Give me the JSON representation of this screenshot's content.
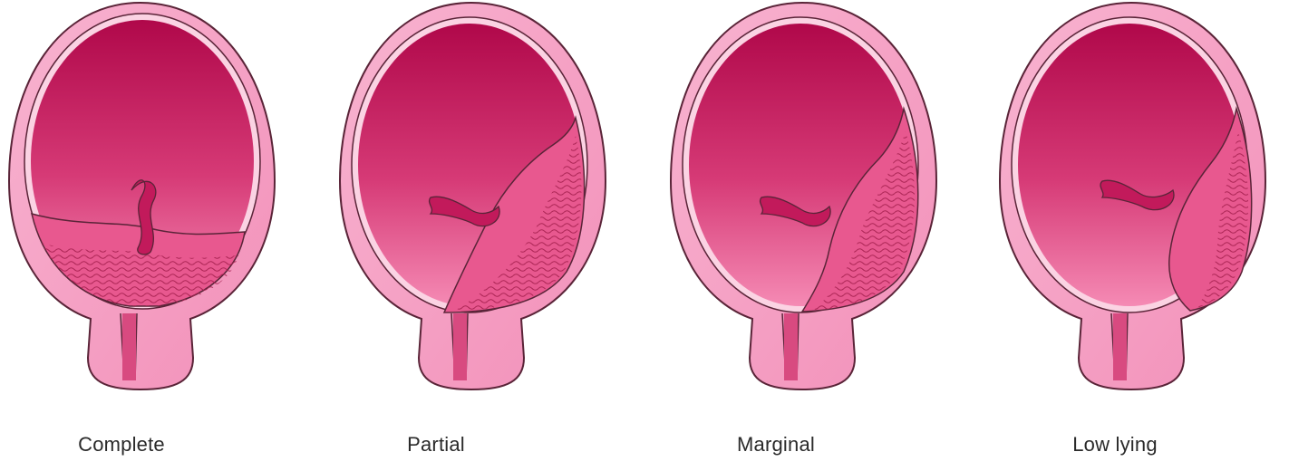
{
  "diagrams": [
    {
      "caption": "Complete",
      "placenta_position": "complete"
    },
    {
      "caption": "Partial",
      "placenta_position": "partial"
    },
    {
      "caption": "Marginal",
      "placenta_position": "marginal"
    },
    {
      "caption": "Low lying",
      "placenta_position": "low-lying"
    }
  ],
  "colors": {
    "outer_wall": "#f6a3c6",
    "outer_wall_stroke": "#5a2438",
    "cavity_top": "#b0084a",
    "cavity_bottom": "#f58ab4",
    "membrane": "#fbd3e3",
    "placenta": "#e8588f",
    "placenta_wave": "#a5204f",
    "cervix": "#d84a80",
    "cord": "#c21a5b"
  }
}
